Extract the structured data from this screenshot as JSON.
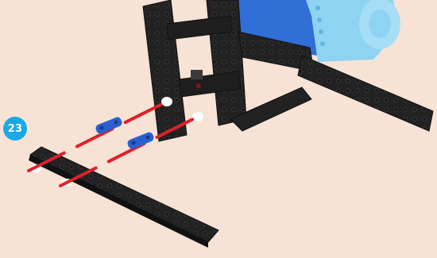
{
  "step": {
    "number": "23"
  },
  "colors": {
    "background": "#f7e3d5",
    "badge": "#19a9e6",
    "beam": "#1d1d1d",
    "pin": "#2a5fd1",
    "guide_line": "#e0202a",
    "motor_light": "#8fd3f2",
    "motor_dark": "#2f6fd6"
  },
  "illustration": {
    "parts": [
      "black-frame",
      "blue-motor-housing",
      "black-beam",
      "blue-connector-pins"
    ]
  }
}
